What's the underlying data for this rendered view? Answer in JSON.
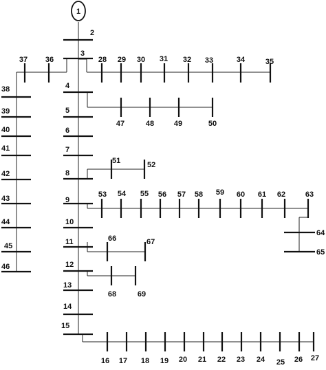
{
  "source_label": "1",
  "node_labels": [
    "2",
    "3",
    "4",
    "5",
    "6",
    "7",
    "8",
    "9",
    "10",
    "11",
    "12",
    "13",
    "14",
    "15",
    "16",
    "17",
    "18",
    "19",
    "20",
    "21",
    "22",
    "23",
    "24",
    "25",
    "26",
    "27",
    "28",
    "29",
    "30",
    "31",
    "32",
    "33",
    "34",
    "35",
    "36",
    "37",
    "38",
    "39",
    "40",
    "41",
    "42",
    "43",
    "44",
    "45",
    "46",
    "47",
    "48",
    "49",
    "50",
    "51",
    "52",
    "53",
    "54",
    "55",
    "56",
    "57",
    "58",
    "59",
    "60",
    "61",
    "62",
    "63",
    "64",
    "65",
    "66",
    "67",
    "68",
    "69"
  ]
}
